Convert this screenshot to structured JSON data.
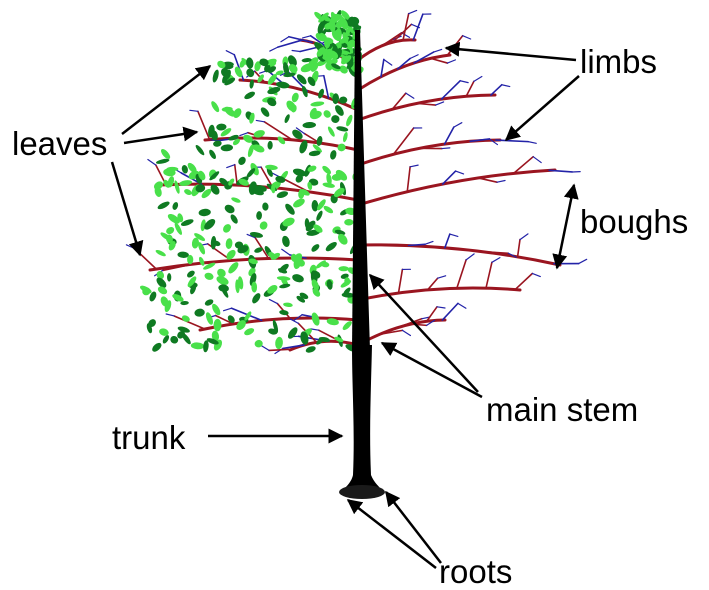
{
  "labels": {
    "leaves": "leaves",
    "limbs": "limbs",
    "boughs": "boughs",
    "main_stem": "main stem",
    "trunk": "trunk",
    "roots": "roots"
  },
  "colors": {
    "trunk": "#000000",
    "limb": "#9a1520",
    "branch": "#2323a8",
    "leaf_light": "#49e04a",
    "leaf_dark": "#0f7a22",
    "arrow": "#000000"
  }
}
